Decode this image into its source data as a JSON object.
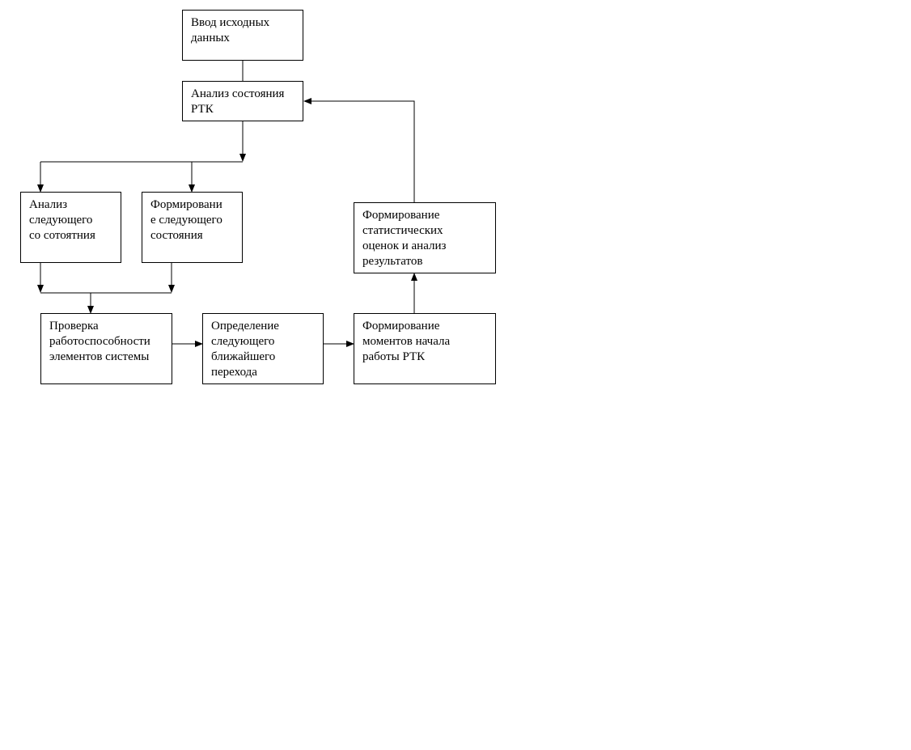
{
  "diagram": {
    "nodes": {
      "input": "Ввод исходных\nданных",
      "analysis_state": "Анализ состояния\nРТК",
      "analysis_next": "Анализ\nследующего\nсо сотоятния",
      "formation_next": "Формировани\nе следующего\nсостояния",
      "check": "Проверка\nработоспособности\nэлементов системы",
      "define_transition": "Определение\nследующего\nближайшего\nперехода",
      "formation_moments": "Формирование\nмоментов начала\nработы РТК",
      "formation_stats": "Формирование\nстатистических\nоценок и анализ\nрезультатов"
    },
    "colors": {
      "stroke": "#000000",
      "background": "#ffffff"
    }
  }
}
